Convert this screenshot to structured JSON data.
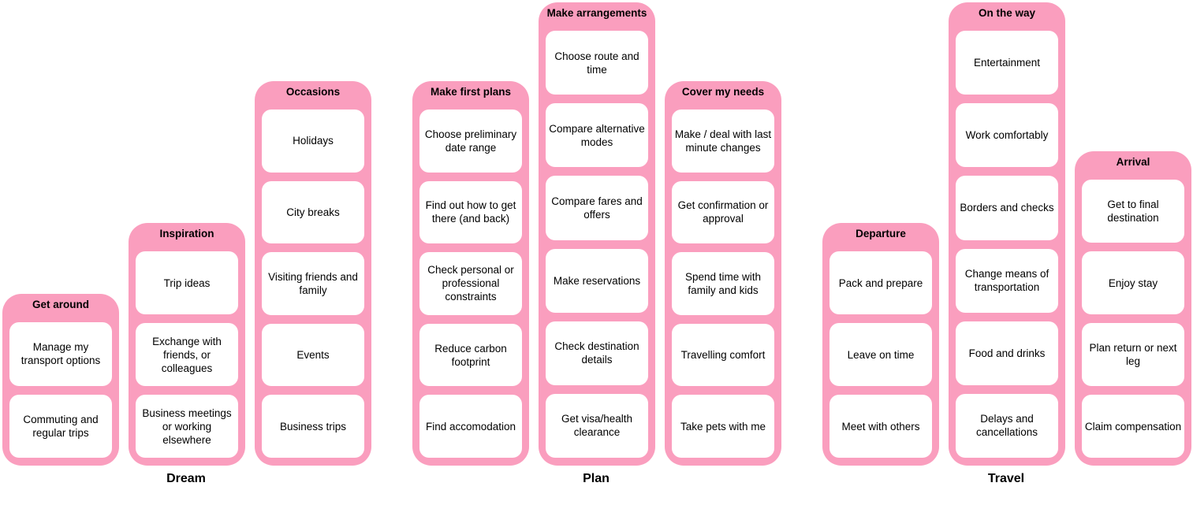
{
  "diagram": {
    "type": "journey-map",
    "colors": {
      "column_pink": "#FA9EBE",
      "card_white": "#FFFFFF",
      "text": "#000000",
      "background": "#FFFFFF"
    },
    "columns": [
      {
        "id": "get-around",
        "title": "Get around",
        "cards": [
          "Manage my transport options",
          "Commuting and regular trips"
        ]
      },
      {
        "id": "inspiration",
        "title": "Inspiration",
        "cards": [
          "Trip ideas",
          "Exchange with friends, or colleagues",
          "Business meetings or working elsewhere"
        ]
      },
      {
        "id": "occasions",
        "title": "Occasions",
        "cards": [
          "Holidays",
          "City breaks",
          "Visiting friends and family",
          "Events",
          "Business trips"
        ]
      },
      {
        "id": "make-first-plans",
        "title": "Make first plans",
        "cards": [
          "Choose preliminary date range",
          "Find out how to get there (and back)",
          "Check personal or professional constraints",
          "Reduce carbon footprint",
          "Find accomodation"
        ]
      },
      {
        "id": "make-arrangements",
        "title": "Make arrangements",
        "cards": [
          "Choose route and time",
          "Compare alternative modes",
          "Compare fares and offers",
          "Make reservations",
          "Check destination details",
          "Get visa/health clearance"
        ]
      },
      {
        "id": "cover-my-needs",
        "title": "Cover my needs",
        "cards": [
          "Make / deal with last minute changes",
          "Get confirmation or approval",
          "Spend time with family and kids",
          "Travelling comfort",
          "Take pets with me"
        ]
      },
      {
        "id": "departure",
        "title": "Departure",
        "cards": [
          "Pack and prepare",
          "Leave on time",
          "Meet with others"
        ]
      },
      {
        "id": "on-the-way",
        "title": "On the way",
        "cards": [
          "Entertainment",
          "Work comfortably",
          "Borders and checks",
          "Change means of transportation",
          "Food and drinks",
          "Delays and cancellations"
        ]
      },
      {
        "id": "arrival",
        "title": "Arrival",
        "cards": [
          "Get to final destination",
          "Enjoy stay",
          "Plan return or next leg",
          "Claim compensation"
        ]
      }
    ],
    "phases": [
      {
        "label": "Dream"
      },
      {
        "label": "Plan"
      },
      {
        "label": "Travel"
      }
    ]
  }
}
